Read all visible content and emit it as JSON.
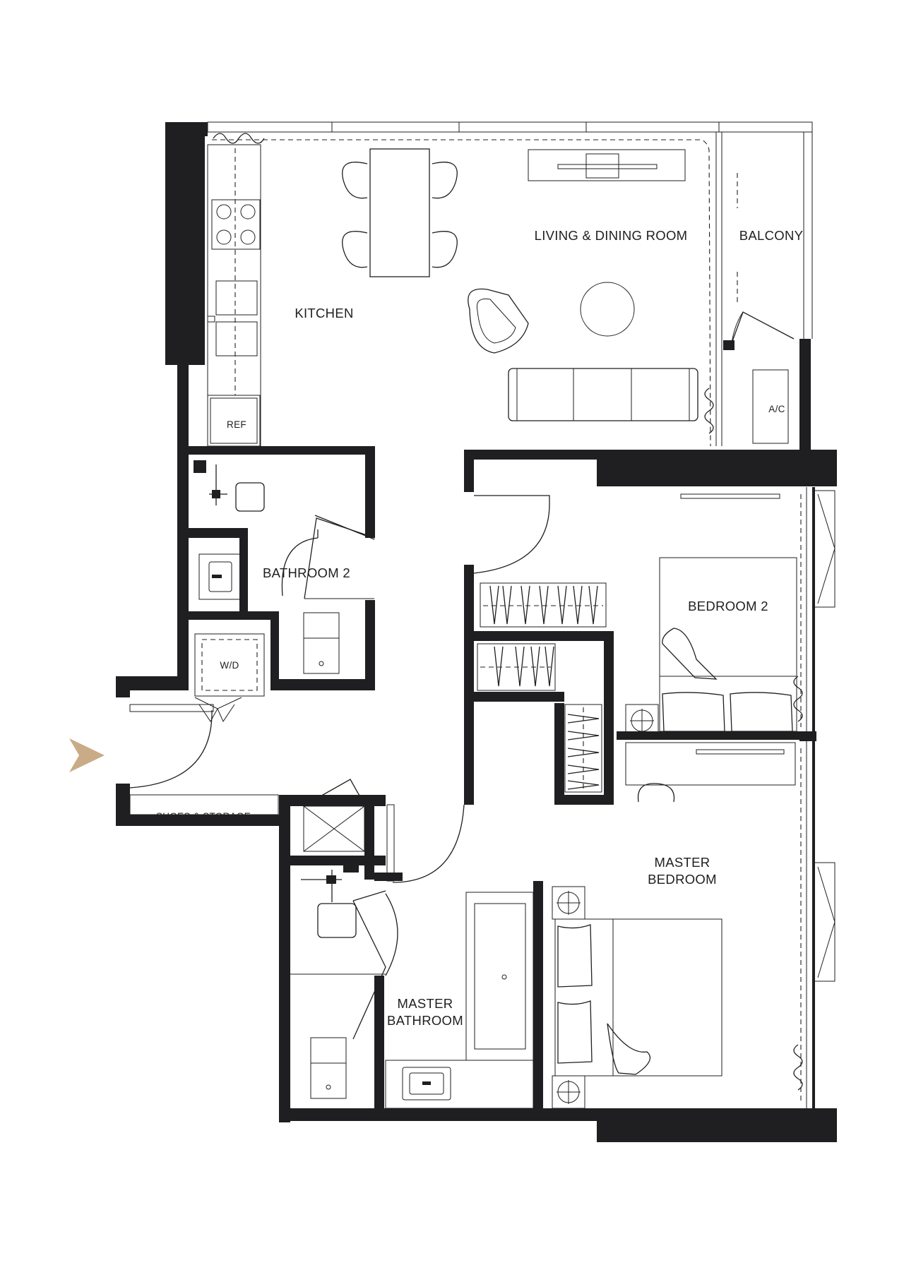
{
  "colors": {
    "wall": "#1f1f21",
    "entry_arrow": "#c9ab86",
    "background": "#ffffff"
  },
  "rooms": {
    "kitchen": "KITCHEN",
    "living_dining": "LIVING & DINING ROOM",
    "balcony": "BALCONY",
    "bathroom_2": "BATHROOM 2",
    "bedroom_2": "BEDROOM 2",
    "master_bedroom_line1": "MASTER",
    "master_bedroom_line2": "BEDROOM",
    "master_bathroom_line1": "MASTER",
    "master_bathroom_line2": "BATHROOM"
  },
  "fixtures": {
    "ref": "REF",
    "ac": "A/C",
    "wd": "W/D",
    "shoes_storage": "SHOES & STORAGE"
  },
  "icons": {
    "entry": "entry-arrow-icon"
  }
}
